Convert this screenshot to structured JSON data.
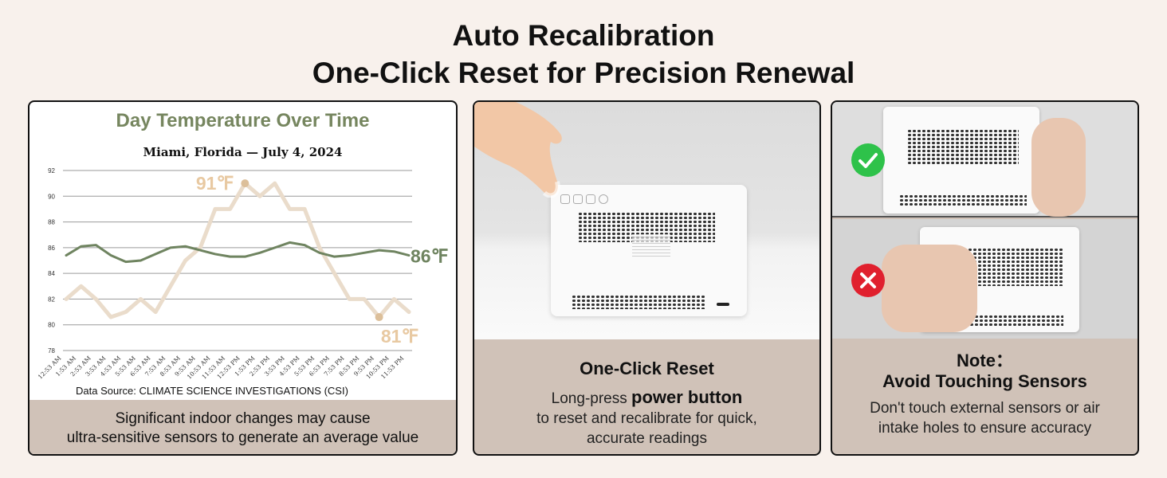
{
  "header": {
    "line1": "Auto Recalibration",
    "line2": "One-Click Reset for Precision Renewal"
  },
  "panel1": {
    "caption_line1": "Significant indoor changes may cause",
    "caption_line2": "ultra-sensitive sensors to generate an average value"
  },
  "chart_data": {
    "type": "line",
    "title": "Day Temperature Over Time",
    "subtitle": "Miami, Florida — July 4, 2024",
    "source": "Data Source: CLIMATE SCIENCE INVESTIGATIONS (CSI)",
    "x": [
      "12:53 AM",
      "1:53 AM",
      "2:53 AM",
      "3:53 AM",
      "4:53 AM",
      "5:53 AM",
      "6:53 AM",
      "7:53 AM",
      "8:53 AM",
      "9:53 AM",
      "10:53 AM",
      "11:53 AM",
      "12:53 PM",
      "1:53 PM",
      "2:53 PM",
      "3:53 PM",
      "4:53 PM",
      "5:53 PM",
      "6:53 PM",
      "7:53 PM",
      "8:53 PM",
      "9:53 PM",
      "10:53 PM",
      "11:53 PM"
    ],
    "yticks": [
      78,
      80,
      82,
      84,
      86,
      88,
      90,
      92
    ],
    "ylim": [
      78,
      92
    ],
    "grid": true,
    "series": [
      {
        "values": [
          82,
          83,
          82,
          80.6,
          81,
          82,
          81,
          83,
          85,
          86,
          89,
          89,
          91,
          90,
          91,
          89,
          89,
          86,
          84,
          82,
          82,
          80.6,
          82,
          81
        ],
        "color": "#eadccb"
      },
      {
        "values": [
          85.4,
          86.1,
          86.2,
          85.4,
          84.9,
          85,
          85.5,
          86,
          86.1,
          85.8,
          85.5,
          85.3,
          85.3,
          85.6,
          86,
          86.4,
          86.2,
          85.6,
          85.3,
          85.4,
          85.6,
          85.8,
          85.7,
          85.4
        ],
        "color": "#6f8460"
      }
    ],
    "annotations": [
      {
        "text": "91℉",
        "x": "12:53 PM",
        "y": 91,
        "color": "#e8c9a2"
      },
      {
        "text": "81℉",
        "x": "9:53 PM",
        "y": 80.6,
        "color": "#e8c9a2"
      },
      {
        "text": "86℉",
        "x": "11:53 PM",
        "y": 85.4,
        "color": "#6f8460"
      }
    ]
  },
  "panel2": {
    "heading": "One-Click Reset",
    "body_pre": "Long-press ",
    "body_bold": "power button",
    "body_line2": "to reset and recalibrate for quick,",
    "body_line3": "accurate readings"
  },
  "panel3": {
    "heading_line1": "Note：",
    "heading_line2": "Avoid Touching Sensors",
    "body_line1": "Don't touch external sensors or air",
    "body_line2": "intake holes to ensure accuracy",
    "ok_icon": "check-icon",
    "bad_icon": "cross-icon",
    "ok_color": "#2ec24a",
    "bad_color": "#e0202e"
  }
}
